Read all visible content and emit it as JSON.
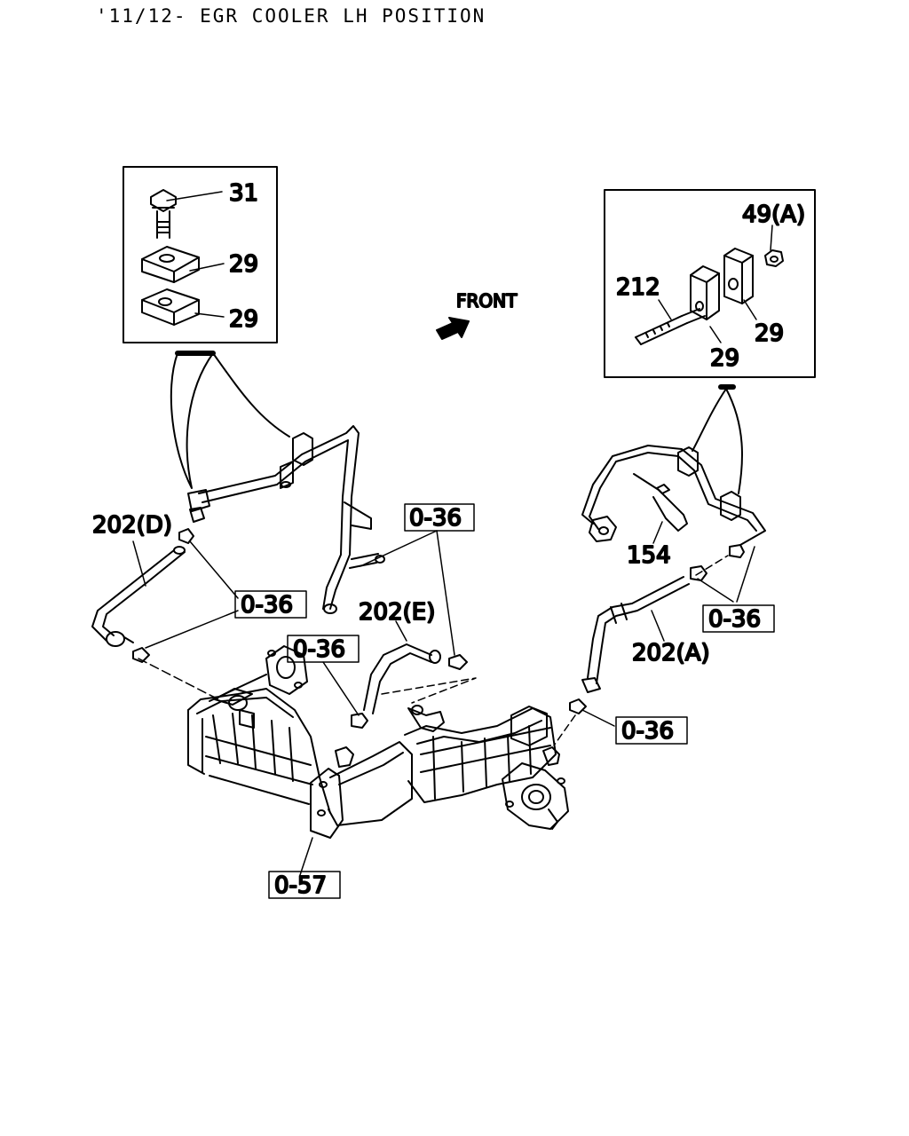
{
  "title": "'11/12- EGR COOLER LH POSITION",
  "front_label": "FRONT",
  "callouts": {
    "bolt": "31",
    "clamp_upper_left": "29",
    "clamp_lower_left": "29",
    "nut": "49(A)",
    "stud": "212",
    "clamp_right_outer": "29",
    "clamp_right_inner": "29",
    "band": "154",
    "hose_d": "202(D)",
    "hose_e": "202(E)",
    "hose_a": "202(A)"
  },
  "boxed_refs": {
    "ref_top_center": "0-36",
    "ref_left": "0-36",
    "ref_middle": "0-36",
    "ref_right_upper": "0-36",
    "ref_right_lower": "0-36",
    "ref_bottom": "0-57"
  }
}
